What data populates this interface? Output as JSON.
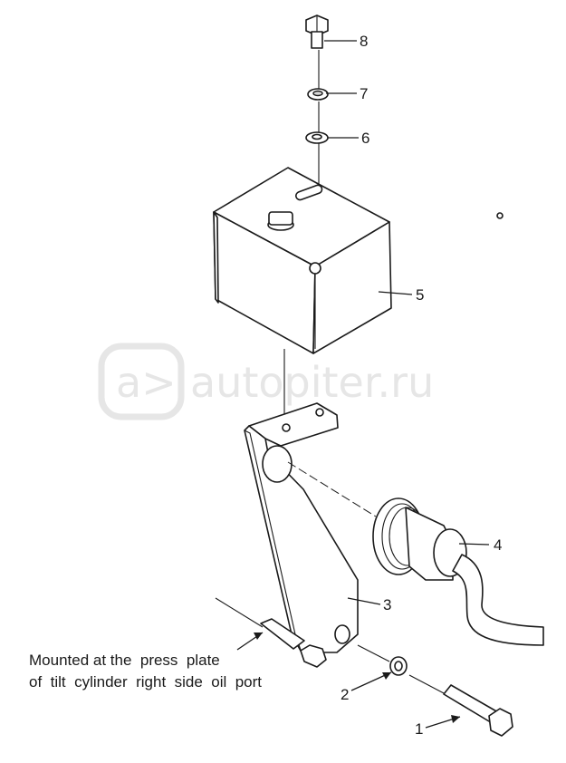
{
  "watermark": {
    "logo_text": "a>",
    "site_text": "autopiter.ru"
  },
  "callouts": [
    "1",
    "2",
    "3",
    "4",
    "5",
    "6",
    "7",
    "8"
  ],
  "note": {
    "line1": "Mounted at the  press  plate",
    "line2": "of  tilt  cylinder  right  side  oil  port"
  }
}
